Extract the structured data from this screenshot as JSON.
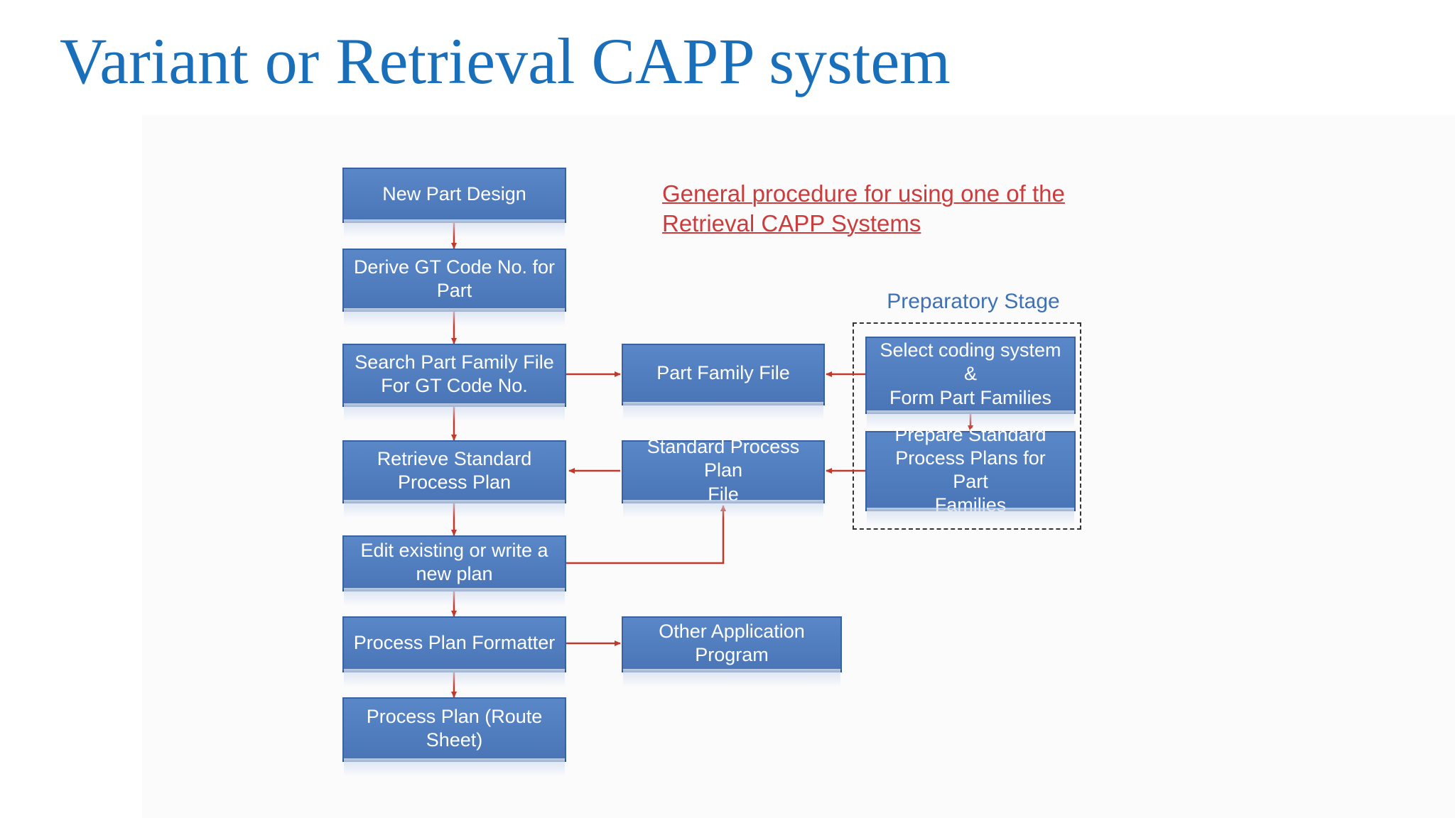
{
  "title": "Variant or Retrieval CAPP system",
  "note": {
    "line1": "General procedure for using one of the",
    "line2": "Retrieval CAPP Systems"
  },
  "stage_label": "Preparatory Stage",
  "nodes": {
    "new_part_design": "New Part Design",
    "derive_gt_code": "Derive GT Code No. for\nPart",
    "search_part_family": "Search Part Family File\nFor GT Code No.",
    "retrieve_standard_plan": "Retrieve Standard\nProcess Plan",
    "edit_or_write_plan": "Edit existing or write a\nnew plan",
    "process_plan_formatter": "Process Plan Formatter",
    "process_plan_route_sheet": "Process Plan (Route\nSheet)",
    "part_family_file": "Part Family File",
    "standard_process_plan_file": "Standard Process Plan\nFile",
    "other_application_program": "Other Application\nProgram",
    "select_coding_system": "Select coding system &\nForm Part Families",
    "prepare_standard_plans": "Prepare Standard\nProcess Plans for Part\nFamilies"
  },
  "colors": {
    "title": "#1a6fba",
    "node_fill": "#4f7dbf",
    "connector": "#c0392b",
    "note": "#cd3c3c",
    "stage_label": "#3e72b5"
  }
}
